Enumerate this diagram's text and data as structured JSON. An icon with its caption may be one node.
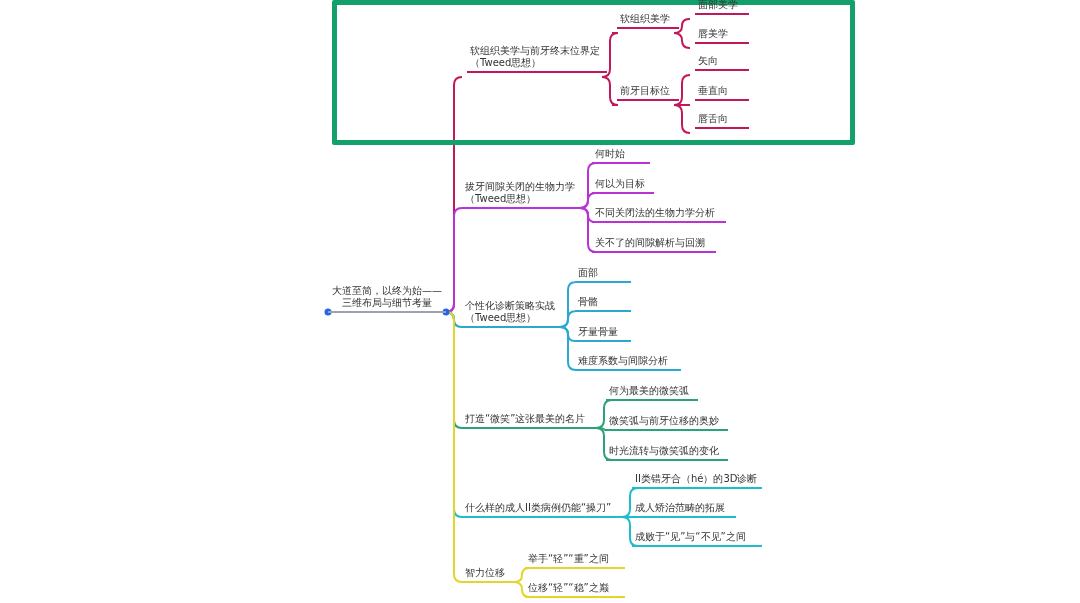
{
  "diagram": {
    "nodes": [
      {
        "text": [],
        "shape": "box"
      },
      {
        "text": [
          "大道至简，以终为始——三维布局与细节考量"
        ]
      },
      {
        "text": [
          "软组织美学与前牙终末位界定（Tweed思想）"
        ],
        "in": 0
      },
      {
        "text": [
          "软组织美学"
        ],
        "in": 0
      },
      {
        "text": [
          "面部美学"
        ],
        "in": 0
      },
      {
        "text": [
          "唇美学"
        ],
        "in": 0
      },
      {
        "text": [
          "前牙目标位"
        ],
        "in": 0
      },
      {
        "text": [
          "矢向"
        ],
        "in": 0
      },
      {
        "text": [
          "垂直向"
        ],
        "in": 0
      },
      {
        "text": [
          "唇舌向"
        ],
        "in": 0
      },
      {
        "text": [
          "拔牙间隙关闭的生物力学（Tweed思想）"
        ]
      },
      {
        "text": [
          "何时始"
        ]
      },
      {
        "text": [
          "何以为目标"
        ]
      },
      {
        "text": [
          "不同关闭法的生物力学分析"
        ]
      },
      {
        "text": [
          "关不了的间隙解析与回溯"
        ]
      },
      {
        "text": [
          "个性化诊断策略实战（Tweed思想）"
        ]
      },
      {
        "text": [
          "面部"
        ]
      },
      {
        "text": [
          "骨骼"
        ]
      },
      {
        "text": [
          "牙量骨量"
        ]
      },
      {
        "text": [
          "难度系数与间隙分析"
        ]
      },
      {
        "text": [
          "打造“微笑”这张最美的名片"
        ]
      },
      {
        "text": [
          "何为最美的微笑弧"
        ]
      },
      {
        "text": [
          "微笑弧与前牙位移的奥妙"
        ]
      },
      {
        "text": [
          "时光流转与微笑弧的变化"
        ]
      },
      {
        "text": [
          "什么样的成人II类病例仍能“操刀”"
        ]
      },
      {
        "text": [
          "II类错牙合（hé）的3D诊断"
        ]
      },
      {
        "text": [
          "成人矫治范畴的拓展"
        ]
      },
      {
        "text": [
          "成败于“见”与“不见”之间"
        ]
      },
      {
        "text": [
          "智力位移"
        ]
      },
      {
        "text": [
          "举手“轻”“重”之间"
        ]
      },
      {
        "text": [
          "位移“轻”“稳”之巅"
        ]
      }
    ],
    "edges": [
      {
        "from": 1,
        "to": 2,
        "arrow": "none",
        "color": "#c2185b"
      },
      {
        "from": 2,
        "to": 3,
        "arrow": "none",
        "color": "#c2185b"
      },
      {
        "from": 3,
        "to": 4,
        "arrow": "none",
        "color": "#c2185b"
      },
      {
        "from": 3,
        "to": 5,
        "arrow": "none",
        "color": "#c2185b"
      },
      {
        "from": 2,
        "to": 6,
        "arrow": "none",
        "color": "#c2185b"
      },
      {
        "from": 6,
        "to": 7,
        "arrow": "none",
        "color": "#c2185b"
      },
      {
        "from": 6,
        "to": 8,
        "arrow": "none",
        "color": "#c2185b"
      },
      {
        "from": 6,
        "to": 9,
        "arrow": "none",
        "color": "#c2185b"
      },
      {
        "from": 1,
        "to": 10,
        "arrow": "none",
        "color": "#b832d6"
      },
      {
        "from": 10,
        "to": 11,
        "arrow": "none",
        "color": "#b832d6"
      },
      {
        "from": 10,
        "to": 12,
        "arrow": "none",
        "color": "#b832d6"
      },
      {
        "from": 10,
        "to": 13,
        "arrow": "none",
        "color": "#b832d6"
      },
      {
        "from": 10,
        "to": 14,
        "arrow": "none",
        "color": "#b832d6"
      },
      {
        "from": 1,
        "to": 15,
        "arrow": "none",
        "color": "#2aa8d2"
      },
      {
        "from": 15,
        "to": 16,
        "arrow": "none",
        "color": "#2aa8d2"
      },
      {
        "from": 15,
        "to": 17,
        "arrow": "none",
        "color": "#2aa8d2"
      },
      {
        "from": 15,
        "to": 18,
        "arrow": "none",
        "color": "#2aa8d2"
      },
      {
        "from": 15,
        "to": 19,
        "arrow": "none",
        "color": "#2aa8d2"
      },
      {
        "from": 1,
        "to": 20,
        "arrow": "none",
        "color": "#2ba374"
      },
      {
        "from": 20,
        "to": 21,
        "arrow": "none",
        "color": "#2ba374"
      },
      {
        "from": 20,
        "to": 22,
        "arrow": "none",
        "color": "#2ba374"
      },
      {
        "from": 20,
        "to": 23,
        "arrow": "none",
        "color": "#2ba374"
      },
      {
        "from": 1,
        "to": 24,
        "arrow": "none",
        "color": "#1fbccc"
      },
      {
        "from": 24,
        "to": 25,
        "arrow": "none",
        "color": "#1fbccc"
      },
      {
        "from": 24,
        "to": 26,
        "arrow": "none",
        "color": "#1fbccc"
      },
      {
        "from": 24,
        "to": 27,
        "arrow": "none",
        "color": "#1fbccc"
      },
      {
        "from": 1,
        "to": 28,
        "arrow": "none",
        "color": "#e3d52a"
      },
      {
        "from": 28,
        "to": 29,
        "arrow": "none",
        "color": "#e3d52a"
      },
      {
        "from": 28,
        "to": 30,
        "arrow": "none",
        "color": "#e3d52a"
      }
    ]
  }
}
